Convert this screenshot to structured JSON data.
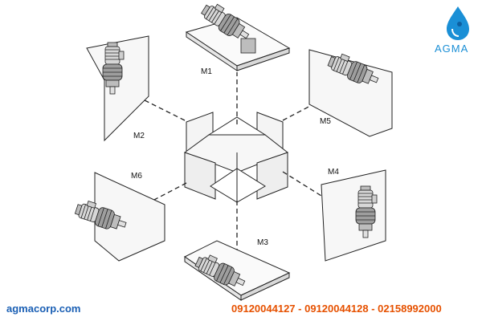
{
  "brand": {
    "name": "AGMA",
    "color_primary": "#1a8fd6",
    "color_dark": "#0d5fa0"
  },
  "positions": [
    {
      "id": "M1",
      "label": "M1"
    },
    {
      "id": "M2",
      "label": "M2"
    },
    {
      "id": "M3",
      "label": "M3"
    },
    {
      "id": "M4",
      "label": "M4"
    },
    {
      "id": "M5",
      "label": "M5"
    },
    {
      "id": "M6",
      "label": "M6"
    }
  ],
  "footer": {
    "website": "agmacorp.com",
    "phones": "09120044127 - 09120044128 - 02158992000",
    "website_color": "#1a5fb4",
    "phones_color": "#e65100"
  }
}
